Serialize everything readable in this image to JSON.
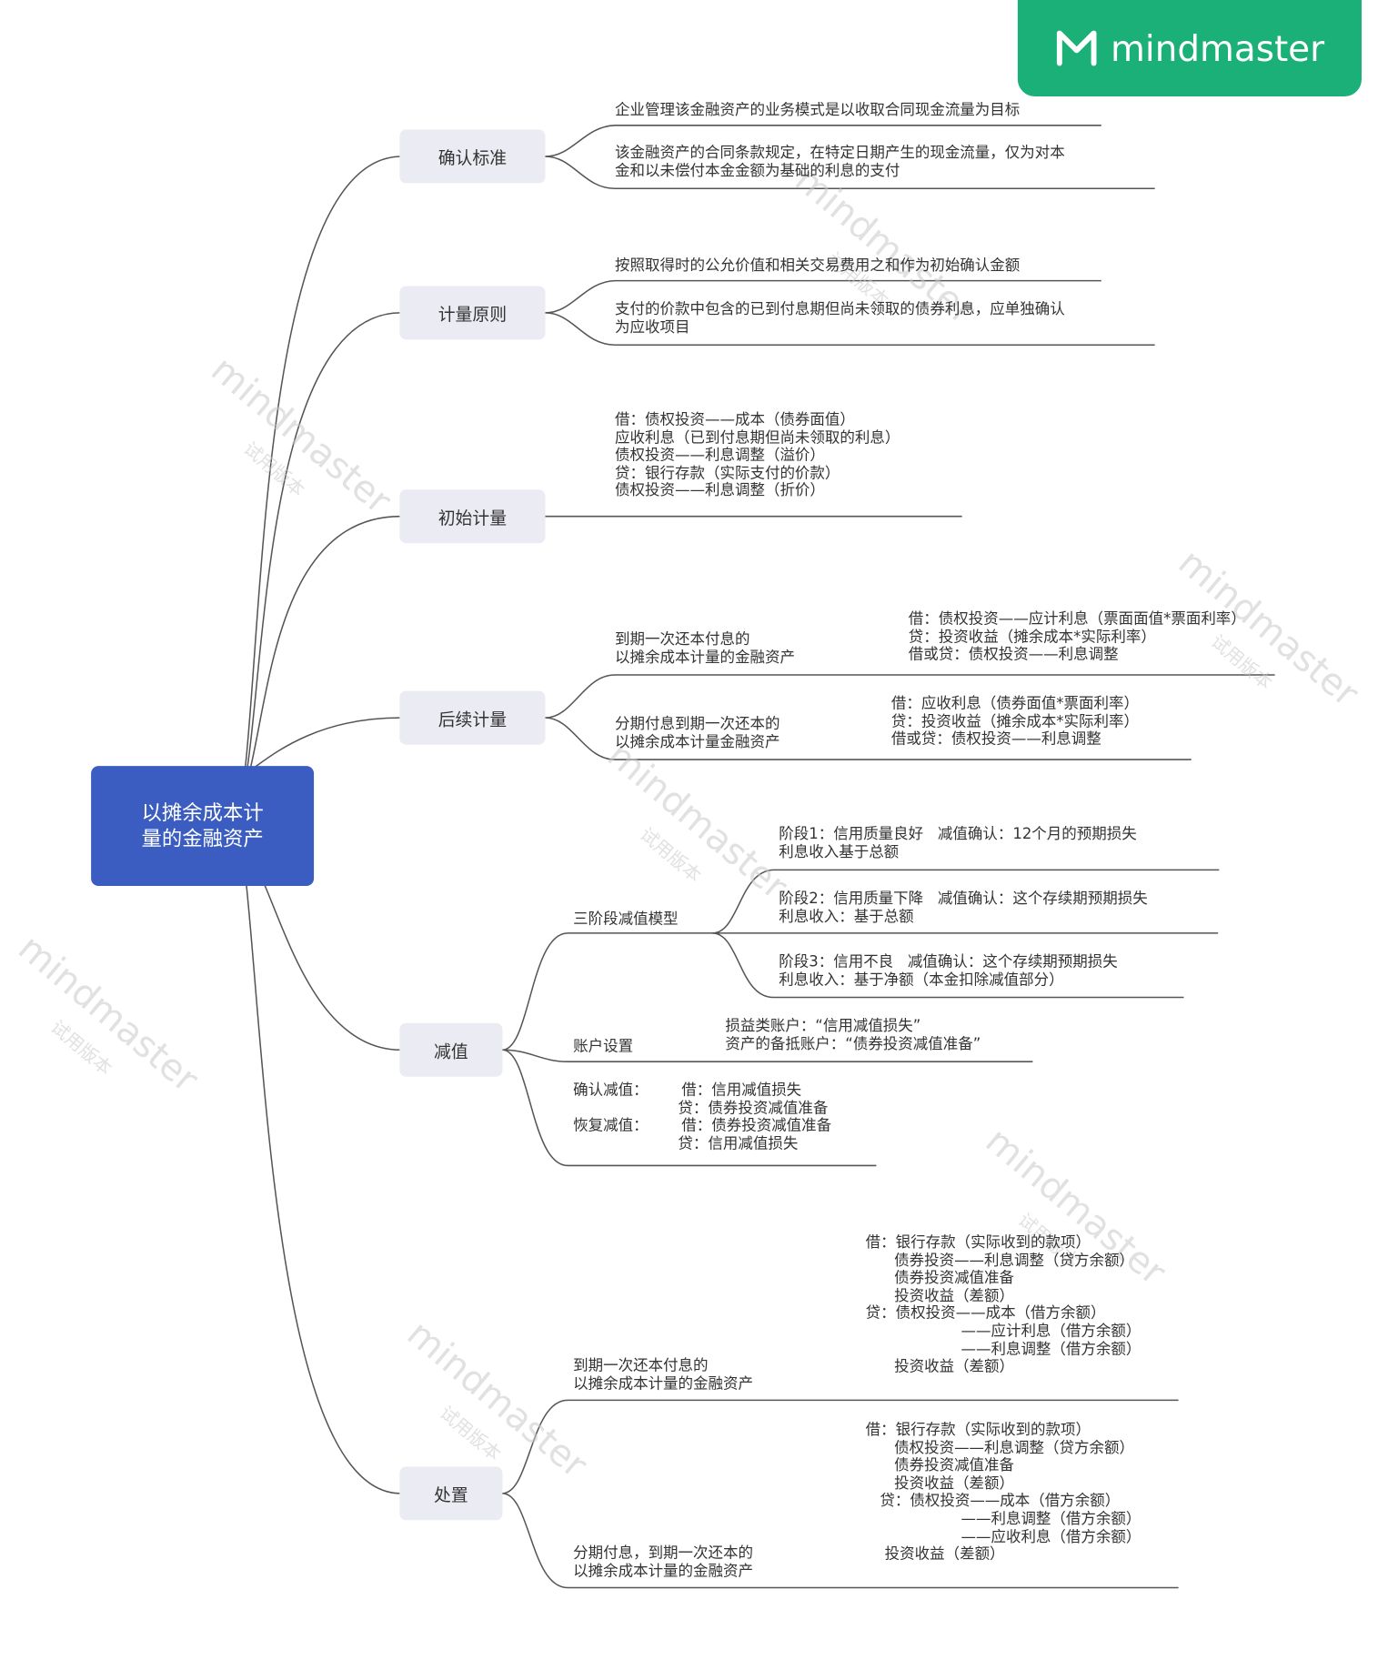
{
  "brand": {
    "name": "mindmaster",
    "color": "#1bb077",
    "icon": "mindmaster-logo-icon"
  },
  "watermark": {
    "name": "mindmaster",
    "sub": "试用版本"
  },
  "colors": {
    "root": "#3b5cc0",
    "topic": "#ebebf3",
    "line": "#555555"
  },
  "root": {
    "label": "以摊余成本计\n量的金融资产"
  },
  "branches": [
    {
      "label": "确认标准",
      "items": [
        "企业管理该金融资产的业务模式是以收取合同现金流量为目标",
        "该金融资产的合同条款规定，在特定日期产生的现金流量，仅为对本\n金和以未偿付本金金额为基础的利息的支付"
      ]
    },
    {
      "label": "计量原则",
      "items": [
        "按照取得时的公允价值和相关交易费用之和作为初始确认金额",
        "支付的价款中包含的已到付息期但尚未领取的债券利息，应单独确认\n为应收项目"
      ]
    },
    {
      "label": "初始计量",
      "items": [
        "借：债权投资——成本（债券面值）\n应收利息（已到付息期但尚未领取的利息）\n债权投资——利息调整（溢价）\n贷：银行存款（实际支付的价款）\n债权投资——利息调整（折价）"
      ]
    },
    {
      "label": "后续计量",
      "items": [
        {
          "label": "到期一次还本付息的\n以摊余成本计量的金融资产",
          "detail": "借：债权投资——应计利息（票面面值*票面利率）\n贷：投资收益（摊余成本*实际利率）\n借或贷：债权投资——利息调整"
        },
        {
          "label": "分期付息到期一次还本的\n以摊余成本计量金融资产",
          "detail": "借：应收利息（债券面值*票面利率）\n贷：投资收益（摊余成本*实际利率）\n借或贷：债权投资——利息调整"
        }
      ]
    },
    {
      "label": "减值",
      "items": [
        {
          "label": "三阶段减值模型",
          "stages": [
            "阶段1：信用质量良好   减值确认：12个月的预期损失\n利息收入基于总额",
            "阶段2：信用质量下降   减值确认：这个存续期预期损失\n利息收入：基于总额",
            "阶段3：信用不良   减值确认：这个存续期预期损失\n利息收入：基于净额（本金扣除减值部分）"
          ]
        },
        {
          "label": "账户设置",
          "detail": "损益类账户：“信用减值损失”\n资产的备抵账户：“债券投资减值准备”"
        },
        {
          "label": "确认减值：       借：信用减值损失\n                      贷：债券投资减值准备\n恢复减值：       借：债券投资减值准备\n                      贷：信用减值损失"
        }
      ]
    },
    {
      "label": "处置",
      "items": [
        {
          "label": "到期一次还本付息的\n以摊余成本计量的金融资产",
          "detail": "借：银行存款（实际收到的款项）\n      债券投资——利息调整（贷方余额）\n      债券投资减值准备\n      投资收益（差额）\n贷：债权投资——成本（借方余额）\n                    ——应计利息（借方余额）\n                    ——利息调整（借方余额）\n      投资收益（差额）"
        },
        {
          "label": "分期付息，到期一次还本的\n以摊余成本计量的金融资产",
          "detail": "借：银行存款（实际收到的款项）\n      债权投资——利息调整（贷方余额）\n      债券投资减值准备\n      投资收益（差额）\n   贷：债权投资——成本（借方余额）\n                    ——利息调整（借方余额）\n                    ——应收利息（借方余额）\n    投资收益（差额）"
        }
      ]
    }
  ]
}
